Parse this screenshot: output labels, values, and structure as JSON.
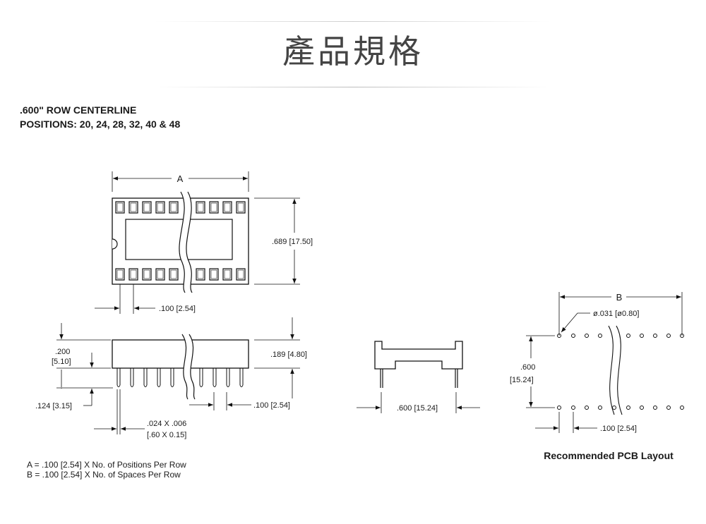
{
  "header": {
    "title": "產品規格",
    "spec_line1": ".600\" ROW CENTERLINE",
    "spec_line2": "POSITIONS: 20, 24, 28, 32, 40 & 48"
  },
  "top_view": {
    "dim_a_label": "A",
    "height_dim": ".689 [17.50]",
    "pin_pitch_dim": ".100 [2.54]"
  },
  "side_view": {
    "height_upper_dim_line1": ".200",
    "height_upper_dim_line2": "[5.10]",
    "body_height_dim": ".189 [4.80]",
    "pin_length_dim": ".124 [3.15]",
    "pin_size_dim_line1": ".024 X .006",
    "pin_size_dim_line2": "[.60 X 0.15]",
    "pin_pitch_dim": ".100 [2.54]"
  },
  "end_view": {
    "row_spacing_dim": ".600 [15.24]"
  },
  "pcb_layout": {
    "dim_b_label": "B",
    "hole_dim": "ø.031 [ø0.80]",
    "row_spacing_line1": ".600",
    "row_spacing_line2": "[15.24]",
    "pitch_dim": ".100 [2.54]",
    "caption": "Recommended PCB Layout"
  },
  "notes": {
    "note_a": "A = .100 [2.54] X No. of Positions Per Row",
    "note_b": "B = .100 [2.54] X No. of Spaces Per Row"
  }
}
